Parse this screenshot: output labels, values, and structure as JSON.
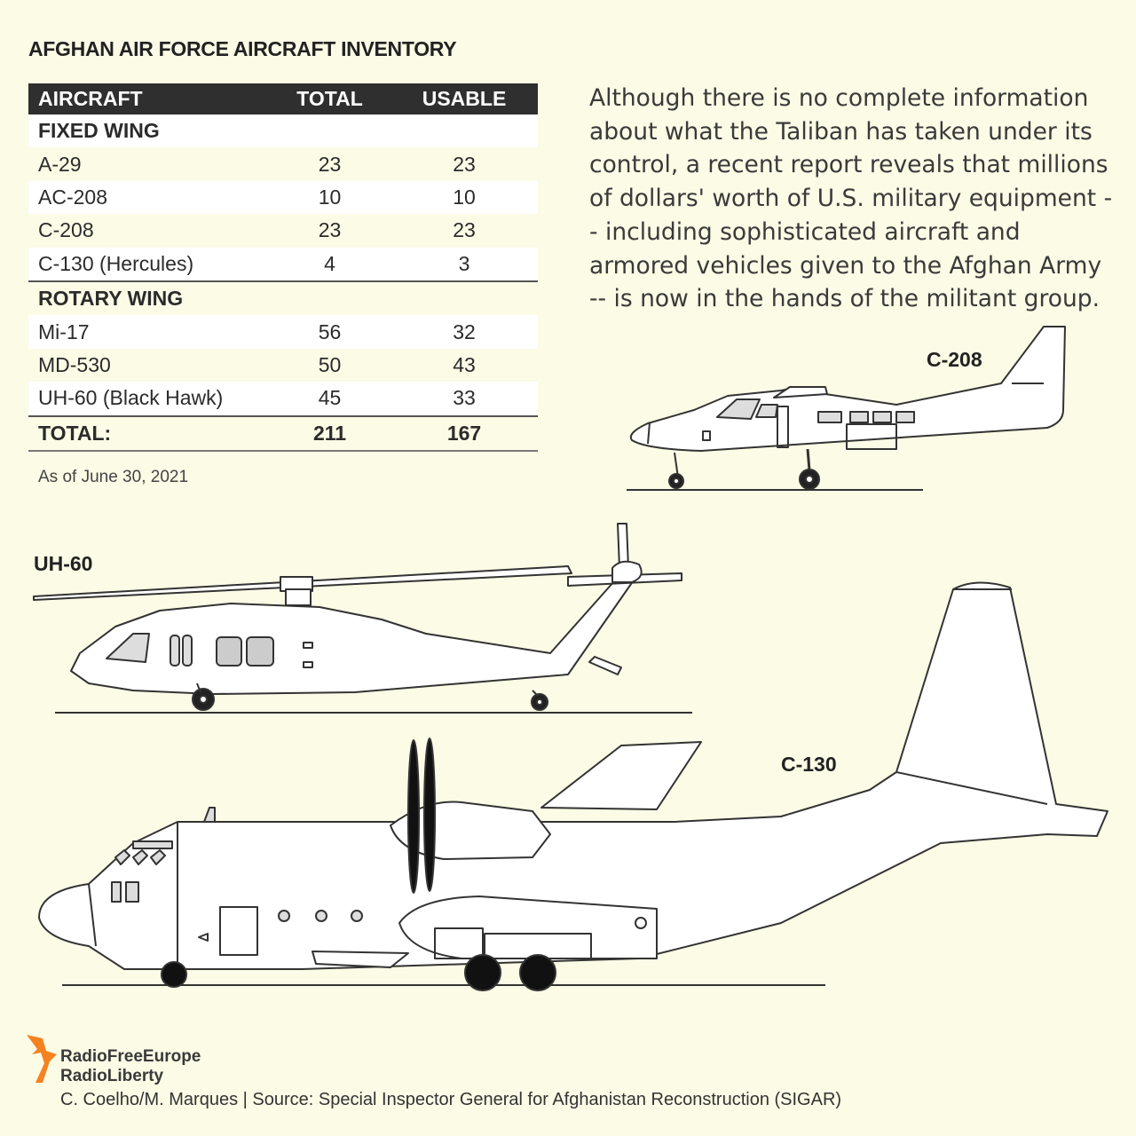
{
  "title": "AFGHAN AIR FORCE AIRCRAFT INVENTORY",
  "chart_data": {
    "type": "table",
    "headers": [
      "AIRCRAFT",
      "TOTAL",
      "USABLE"
    ],
    "sections": [
      {
        "name": "FIXED WING",
        "rows": [
          {
            "aircraft": "A-29",
            "total": "23",
            "usable": "23"
          },
          {
            "aircraft": "AC-208",
            "total": "10",
            "usable": "10"
          },
          {
            "aircraft": "C-208",
            "total": "23",
            "usable": "23"
          },
          {
            "aircraft": "C-130 (Hercules)",
            "total": "4",
            "usable": "3"
          }
        ]
      },
      {
        "name": "ROTARY WING",
        "rows": [
          {
            "aircraft": "Mi-17",
            "total": "56",
            "usable": "32"
          },
          {
            "aircraft": "MD-530",
            "total": "50",
            "usable": "43"
          },
          {
            "aircraft": "UH-60 (Black Hawk)",
            "total": "45",
            "usable": "33"
          }
        ]
      }
    ],
    "total_row": {
      "label": "TOTAL:",
      "total": "211",
      "usable": "167"
    }
  },
  "note": "As of June 30, 2021",
  "paragraph": "Although there is no complete information about what the Taliban has taken under its control, a recent report reveals that millions of dollars' worth of U.S. military equipment -- including sophisticated aircraft and armored vehicles given to the Afghan Army -- is now in the hands of the militant group.",
  "illustrations": {
    "c208": "C-208",
    "uh60": "UH-60",
    "c130": "C-130"
  },
  "logo": {
    "line1": "RadioFreeEurope",
    "line2": "RadioLiberty",
    "accent": "#f58220"
  },
  "credits": "C. Coelho/M. Marques | Source: Special Inspector General for Afghanistan Reconstruction (SIGAR)"
}
